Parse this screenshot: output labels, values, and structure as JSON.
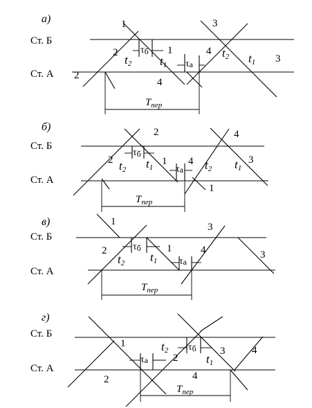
{
  "panels": [
    {
      "id": "a",
      "label": "а)",
      "station_b": "Ст. Б",
      "station_a": "Ст. А",
      "train_numbers": [
        "1",
        "2",
        "1",
        "3",
        "4",
        "3",
        "2",
        "4"
      ],
      "intervals": {
        "t1": "t",
        "t1_sub": "1",
        "t2": "t",
        "t2_sub": "2",
        "tau_b": "τ",
        "tau_b_sub": "б",
        "tau_a": "τ",
        "tau_a_sub": "a",
        "tper": "T",
        "tper_sub": "пер"
      }
    },
    {
      "id": "b",
      "label": "б)",
      "station_b": "Ст. Б",
      "station_a": "Ст. А",
      "train_numbers": [
        "2",
        "4",
        "2",
        "1",
        "4",
        "3",
        "1"
      ],
      "intervals": {
        "t1": "t",
        "t1_sub": "1",
        "t2": "t",
        "t2_sub": "2",
        "t1b": "t",
        "t1b_sub": "1",
        "t2b": "t",
        "t2b_sub": "2",
        "tau_b": "τ",
        "tau_b_sub": "б",
        "tau_a": "τ",
        "tau_a_sub": "a",
        "tper": "T",
        "tper_sub": "пер"
      }
    },
    {
      "id": "v",
      "label": "в)",
      "station_b": "Ст. Б",
      "station_a": "Ст. А",
      "train_numbers": [
        "1",
        "3",
        "2",
        "1",
        "4",
        "3"
      ],
      "intervals": {
        "t1": "t",
        "t1_sub": "1",
        "t2": "t",
        "t2_sub": "2",
        "tau_b": "τ",
        "tau_b_sub": "б",
        "tau_a": "τ",
        "tau_a_sub": "a",
        "tper": "T",
        "tper_sub": "пер"
      }
    },
    {
      "id": "g",
      "label": "г)",
      "station_b": "Ст. Б",
      "station_a": "Ст. А",
      "train_numbers": [
        "1",
        "2",
        "3",
        "4",
        "2",
        "4"
      ],
      "intervals": {
        "t1": "t",
        "t1_sub": "1",
        "t2": "t",
        "t2_sub": "2",
        "tau_b": "τ",
        "tau_b_sub": "б",
        "tau_a": "τ",
        "tau_a_sub": "a",
        "tper": "T",
        "tper_sub": "пер"
      }
    }
  ]
}
